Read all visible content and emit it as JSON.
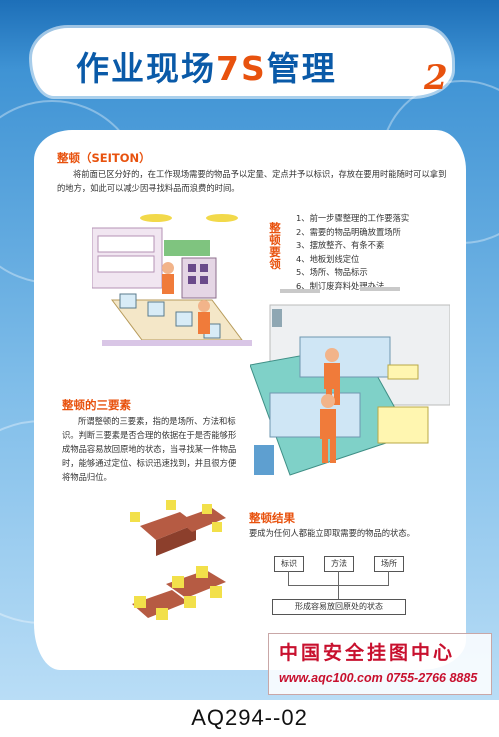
{
  "title": {
    "main": "作业现场",
    "accent": "7S",
    "tail": "管理",
    "number": "2"
  },
  "section_seiton": {
    "heading": "整顿（SEITON）",
    "body": "将前面已区分好的，在工作现场需要的物品予以定量、定点并予以标识，存放在要用时能随时可以拿到的地方，如此可以减少因寻找料品而浪费的时间。"
  },
  "essentials": {
    "label": "整顿要领",
    "items": [
      "1、前一步骤整理的工作要落实",
      "2、需要的物品明确放置场所",
      "3、摆放整齐、有条不紊",
      "4、地板划线定位",
      "5、场所、物品标示",
      "6、制订废弃料处理办法"
    ]
  },
  "three_elements": {
    "heading": "整顿的三要素",
    "body": "所谓整顿的三要素，指的是场所、方法和标识。判断三要素是否合理的依据在于是否能够形成物品容易放回原地的状态，当寻找某一件物品时，能够通过定位、标识迅速找到，并且很方便将物品归位。"
  },
  "result": {
    "heading": "整顿结果",
    "body": "要成为任何人都能立即取需要的物品的状态。",
    "flow": [
      "标识",
      "方法",
      "场所"
    ],
    "outcome": "形成容易放回原处的状态"
  },
  "logo": {
    "name": "中国安全挂图中心",
    "url": "www.aqc100.com",
    "phone": "0755-2766 8885"
  },
  "product_code": "AQ294--02",
  "colors": {
    "accent": "#e8520e",
    "title_blue": "#0a5aa8",
    "logo_red": "#c8102e"
  }
}
